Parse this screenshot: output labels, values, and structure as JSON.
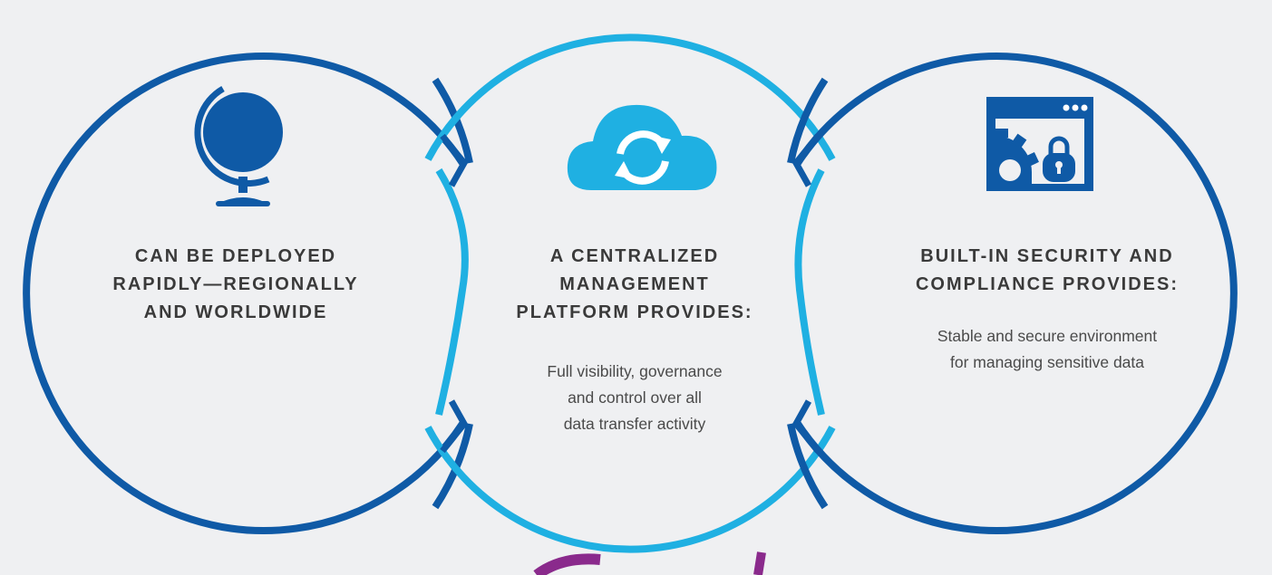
{
  "colors": {
    "background": "#eff0f2",
    "circle_dark": "#0f5aa6",
    "circle_light": "#1fb0e2",
    "icon_dark": "#0f5aa6",
    "icon_light": "#1fb0e2",
    "bottom_accent": "#8a2a8c"
  },
  "features": [
    {
      "icon": "globe-icon",
      "title_lines": [
        "CAN BE DEPLOYED",
        "RAPIDLY—REGIONALLY",
        "AND WORLDWIDE"
      ],
      "desc_lines": []
    },
    {
      "icon": "cloud-sync-icon",
      "title_lines": [
        "A CENTRALIZED",
        "MANAGEMENT",
        "PLATFORM PROVIDES:"
      ],
      "desc_lines": [
        "Full visibility, governance",
        "and control over all",
        "data transfer activity"
      ]
    },
    {
      "icon": "secure-window-icon",
      "title_lines": [
        "BUILT-IN SECURITY AND",
        "COMPLIANCE PROVIDES:"
      ],
      "desc_lines": [
        "Stable and secure environment",
        "for managing sensitive data"
      ]
    }
  ]
}
